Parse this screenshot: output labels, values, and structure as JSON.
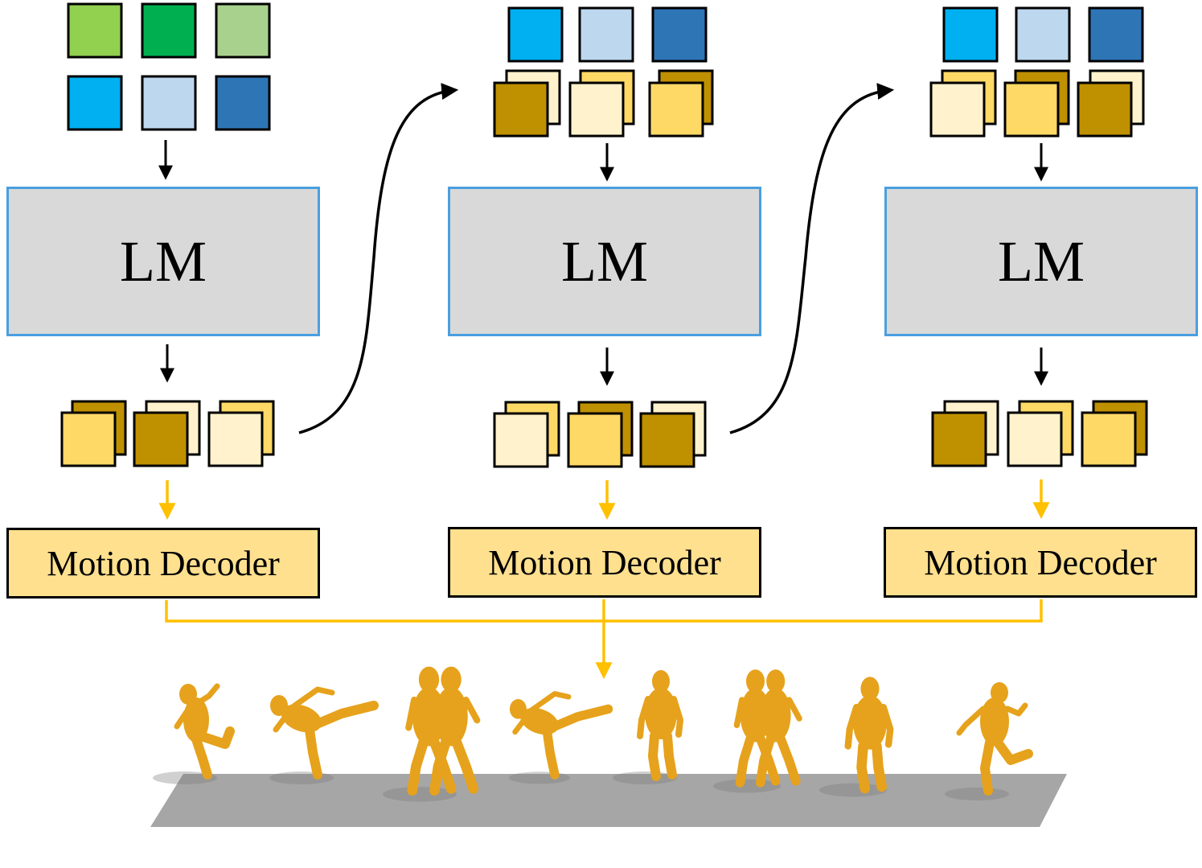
{
  "colors": {
    "green_light": "#92d050",
    "green_dark": "#00b050",
    "green_pale": "#a9d18e",
    "blue_bright": "#00b0f0",
    "blue_pale": "#bdd7ee",
    "blue_dark": "#2e75b6",
    "gold_dark": "#bf9000",
    "gold_mid": "#ffd966",
    "gold_pale": "#fff2cc",
    "lm_fill": "#d9d9d9",
    "lm_border": "#4a9fe0",
    "decoder_fill": "#ffe08e",
    "yellow_arrow": "#ffc000",
    "floor": "#a6a6a6",
    "figure": "#e6a21c"
  },
  "stages": [
    {
      "lm_label": "LM",
      "decoder_label": "Motion Decoder"
    },
    {
      "lm_label": "LM",
      "decoder_label": "Motion Decoder"
    },
    {
      "lm_label": "LM",
      "decoder_label": "Motion Decoder"
    }
  ],
  "figures": {
    "count": 8,
    "icon": "human-motion-figure-icon"
  }
}
